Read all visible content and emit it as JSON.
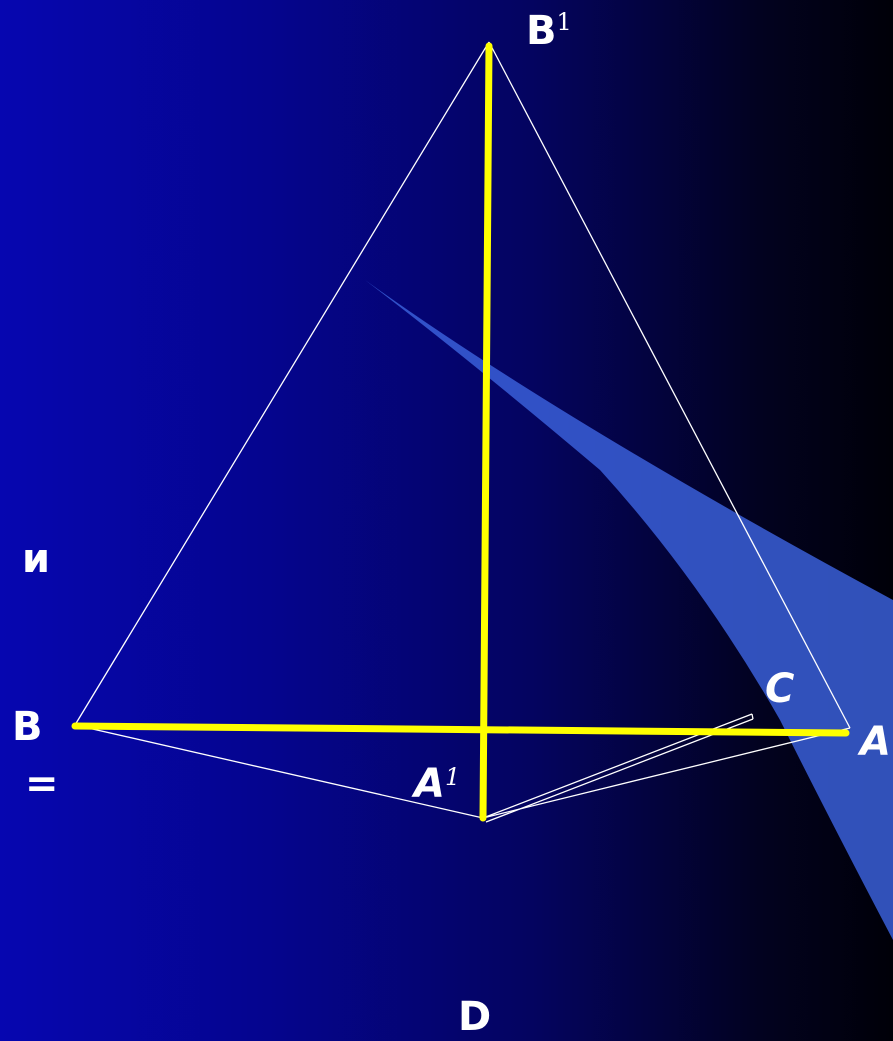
{
  "labels": {
    "b1_main": "B",
    "b1_sup": "1",
    "a1_main": "A",
    "a1_sup": "1",
    "c": "C",
    "b": "B",
    "a": "A",
    "d": "D",
    "side_text_1": "и",
    "side_text_2": "="
  },
  "colors": {
    "highlight_segment": "#ffff00",
    "construction_line": "#ffffff",
    "shadow_plane": "#3a5fd8",
    "background_left": "#0606b0",
    "background_right": "#000008"
  }
}
